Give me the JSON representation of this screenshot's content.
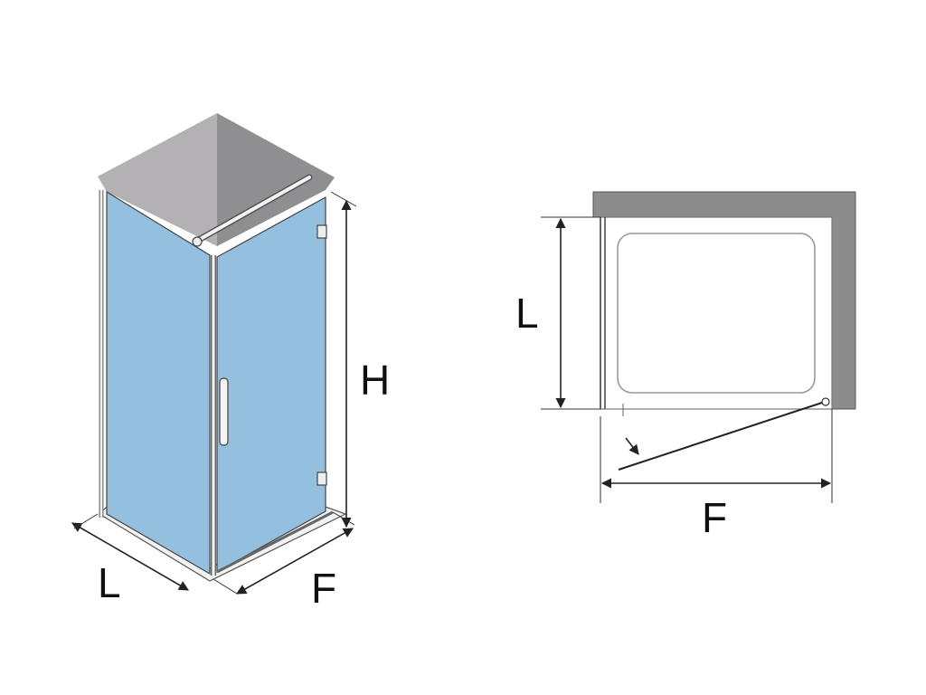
{
  "colors": {
    "glass": "#94bfde",
    "wall_dark": "#8f8f92",
    "wall_light": "#b4b1b4",
    "frame": "#e8e8e8",
    "line": "#222222",
    "plan_wall": "#8c8c8c",
    "tray_outline": "#aaaaaa"
  },
  "isometric_view": {
    "labels": {
      "width": "L",
      "front": "F",
      "height": "H"
    }
  },
  "plan_view": {
    "labels": {
      "width": "L",
      "front": "F"
    }
  }
}
